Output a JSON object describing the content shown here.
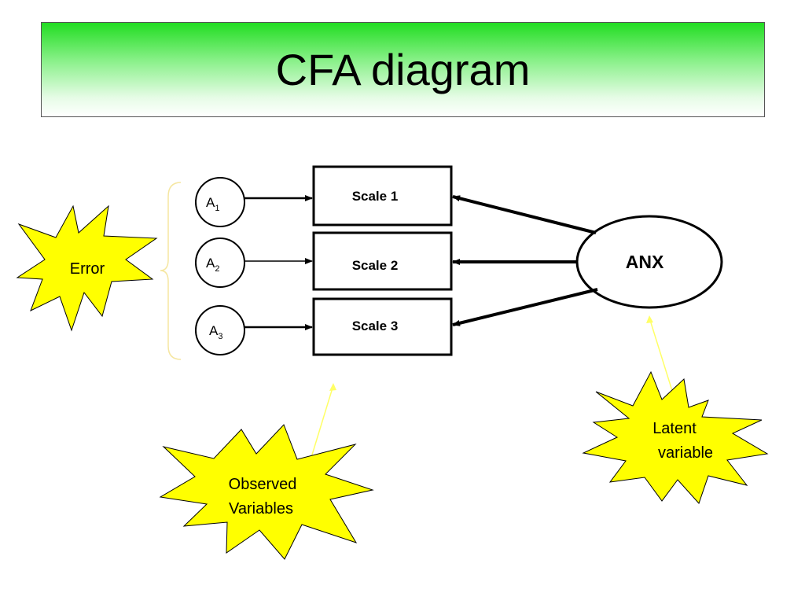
{
  "title": "CFA diagram",
  "errors": [
    {
      "base": "A",
      "sub": "1"
    },
    {
      "base": "A",
      "sub": "2"
    },
    {
      "base": "A",
      "sub": "3"
    }
  ],
  "scales": [
    "Scale 1",
    "Scale 2",
    "Scale 3"
  ],
  "latent": "ANX",
  "callouts": {
    "error": [
      "Error"
    ],
    "observed": [
      "Observed",
      "Variables"
    ],
    "latent": [
      "Latent",
      "variable"
    ]
  },
  "colors": {
    "callout_fill": "#FFFF00",
    "callout_stroke": "#000000",
    "pointer": "#FFFF66",
    "bracket": "#F5E6A0"
  }
}
